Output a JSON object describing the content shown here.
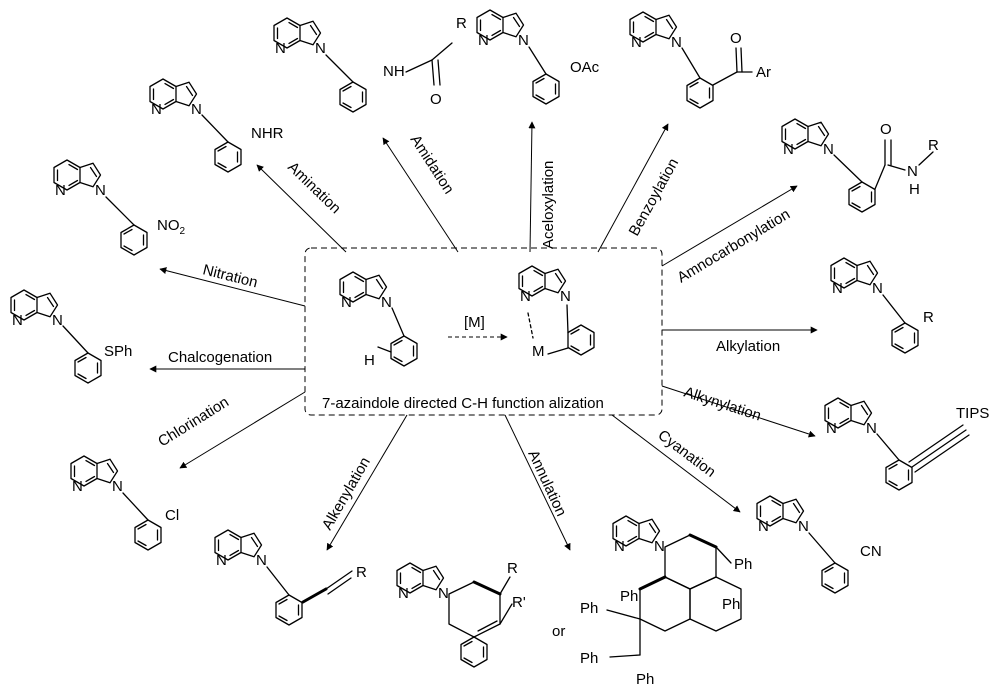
{
  "center": {
    "caption": "7-azaindole directed C-H function alization",
    "catalyst": "[M]",
    "metal": "M",
    "hydrogen": "H",
    "nitrogen": "N"
  },
  "reactions": [
    {
      "id": "amination",
      "label": "Amination",
      "substituent": "NHR"
    },
    {
      "id": "amidation",
      "label": "Amidation",
      "substituent": "NH",
      "r": "R",
      "o": "O"
    },
    {
      "id": "aceloxylation",
      "label": "Aceloxylation",
      "substituent": "OAc"
    },
    {
      "id": "benzoylation",
      "label": "Benzoylation",
      "substituent": "Ar",
      "o": "O"
    },
    {
      "id": "amnocarbonylation",
      "label": "Amnocarbonylation",
      "substituent": "N",
      "h": "H",
      "r": "R",
      "o": "O"
    },
    {
      "id": "nitration",
      "label": "Nitration",
      "substituent": "NO",
      "sub2": "2"
    },
    {
      "id": "alkylation",
      "label": "Alkylation",
      "substituent": "R"
    },
    {
      "id": "chalcogenation",
      "label": "Chalcogenation",
      "substituent": "SPh"
    },
    {
      "id": "alkynylation",
      "label": "Alkynylation",
      "substituent": "TIPS"
    },
    {
      "id": "chlorination",
      "label": "Chlorination",
      "substituent": "Cl"
    },
    {
      "id": "cyanation",
      "label": "Cyanation",
      "substituent": "CN"
    },
    {
      "id": "alkenylation",
      "label": "Alkenylation",
      "substituent": "R"
    },
    {
      "id": "annulation",
      "label": "Annulation",
      "r": "R",
      "r2": "R'",
      "or": "or",
      "ph": "Ph"
    }
  ]
}
